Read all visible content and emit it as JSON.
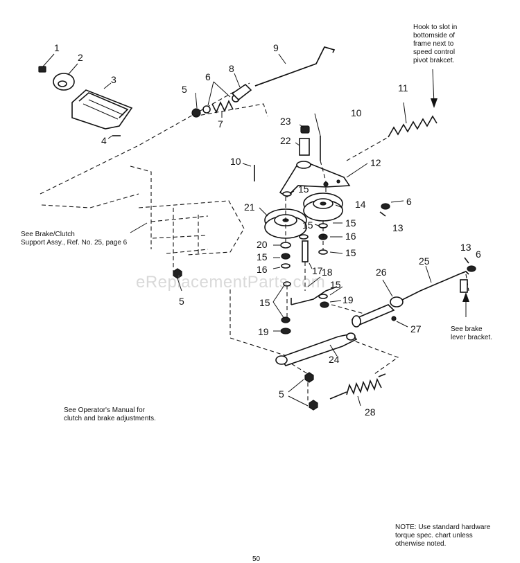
{
  "notes": {
    "hook": "Hook to slot in\nbottomside of\nframe next to\nspeed control\npivot brakcet.",
    "brake_clutch": "See Brake/Clutch\nSupport Assy., Ref. No. 25, page 6",
    "brake_lever": "See brake\nlever bracket.",
    "operators_manual": "See Operator's Manual for\nclutch and brake adjustments.",
    "hardware": "NOTE: Use standard hardware\ntorque spec. chart unless\notherwise noted."
  },
  "watermark": "eReplacementParts.com",
  "page_number": "50",
  "callouts": [
    {
      "id": "c1",
      "label": "1"
    },
    {
      "id": "c2",
      "label": "2"
    },
    {
      "id": "c3",
      "label": "3"
    },
    {
      "id": "c4",
      "label": "4"
    },
    {
      "id": "c5a",
      "label": "5"
    },
    {
      "id": "c6a",
      "label": "6"
    },
    {
      "id": "c7",
      "label": "7"
    },
    {
      "id": "c8",
      "label": "8"
    },
    {
      "id": "c9",
      "label": "9"
    },
    {
      "id": "c10a",
      "label": "10"
    },
    {
      "id": "c11",
      "label": "11"
    },
    {
      "id": "c23",
      "label": "23"
    },
    {
      "id": "c22",
      "label": "22"
    },
    {
      "id": "c10b",
      "label": "10"
    },
    {
      "id": "c12",
      "label": "12"
    },
    {
      "id": "c15a",
      "label": "15"
    },
    {
      "id": "c6b",
      "label": "6"
    },
    {
      "id": "c21",
      "label": "21"
    },
    {
      "id": "c14",
      "label": "14"
    },
    {
      "id": "c13a",
      "label": "13"
    },
    {
      "id": "c15b",
      "label": "15"
    },
    {
      "id": "c15c",
      "label": "15"
    },
    {
      "id": "c16a",
      "label": "16"
    },
    {
      "id": "c20",
      "label": "20"
    },
    {
      "id": "c15d",
      "label": "15"
    },
    {
      "id": "c15e",
      "label": "15"
    },
    {
      "id": "c16b",
      "label": "16"
    },
    {
      "id": "c17",
      "label": "17"
    },
    {
      "id": "c13b",
      "label": "13"
    },
    {
      "id": "c6c",
      "label": "6"
    },
    {
      "id": "c25",
      "label": "25"
    },
    {
      "id": "c26",
      "label": "26"
    },
    {
      "id": "c18",
      "label": "18"
    },
    {
      "id": "c5b",
      "label": "5"
    },
    {
      "id": "c15f",
      "label": "15"
    },
    {
      "id": "c15g",
      "label": "15"
    },
    {
      "id": "c19a",
      "label": "19"
    },
    {
      "id": "c27",
      "label": "27"
    },
    {
      "id": "c19b",
      "label": "19"
    },
    {
      "id": "c24",
      "label": "24"
    },
    {
      "id": "c5c",
      "label": "5"
    },
    {
      "id": "c28",
      "label": "28"
    }
  ]
}
